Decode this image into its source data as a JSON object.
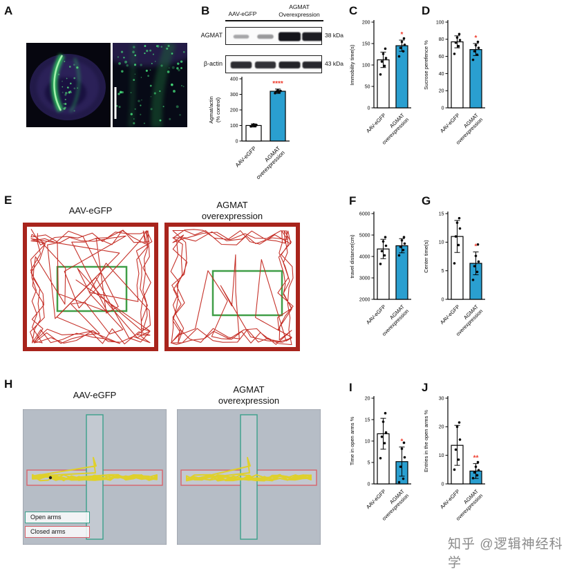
{
  "watermark": "知乎 @逻辑神经科学",
  "colors": {
    "treatment_bar": "#2a9fd0",
    "control_bar": "#ffffff",
    "significance": "#ef3b2c",
    "trace": "#c2251c",
    "arena_border": "#a8241c",
    "center_zone": "#3f9e47",
    "open_arms": "#3aa08a",
    "closed_arms": "#d9636b",
    "maze_trace": "#e0d123"
  },
  "panel_A": {
    "label": "A"
  },
  "panel_B": {
    "label": "B",
    "western_blot": {
      "group_labels": [
        [
          "AAV-eGFP"
        ],
        [
          "AGMAT",
          "Overexpression"
        ]
      ],
      "rows": [
        {
          "protein": "AGMAT",
          "size": "38 kDa",
          "bands": [
            0.22,
            0.3,
            1,
            0.95
          ]
        },
        {
          "protein": "β-actin",
          "size": "43 kDa",
          "bands": [
            0.88,
            0.85,
            0.92,
            0.9
          ]
        }
      ]
    }
  },
  "panel_C": {
    "label": "C"
  },
  "panel_D": {
    "label": "D"
  },
  "panel_E": {
    "label": "E",
    "titles": [
      [
        "AAV-eGFP"
      ],
      [
        "AGMAT",
        "overexpression"
      ]
    ]
  },
  "panel_F": {
    "label": "F"
  },
  "panel_G": {
    "label": "G"
  },
  "panel_H": {
    "label": "H",
    "titles": [
      [
        "AAV-eGFP"
      ],
      [
        "AGMAT",
        "overexpression"
      ]
    ],
    "legend": [
      {
        "label": "Open arms"
      },
      {
        "label": "Closed arms"
      }
    ]
  },
  "panel_I": {
    "label": "I"
  },
  "panel_J": {
    "label": "J"
  },
  "chart_data": [
    {
      "panel": "B",
      "type": "bar",
      "categories": [
        [
          "AAV-eGFP"
        ],
        [
          "AGMAT",
          "overexpression"
        ]
      ],
      "values": [
        100,
        320
      ],
      "errors": [
        10,
        14
      ],
      "points": [
        [
          94,
          98,
          100,
          103,
          107,
          100
        ],
        [
          308,
          314,
          318,
          322,
          327,
          320
        ]
      ],
      "ylabel": [
        "Agmat/actin",
        "(% control)"
      ],
      "ylim": [
        0,
        400
      ],
      "yticks": [
        0,
        100,
        200,
        300,
        400
      ],
      "significance": "****",
      "sig_bar": 1
    },
    {
      "panel": "C",
      "type": "bar",
      "categories": [
        [
          "AAV-eGFP"
        ],
        [
          "AGMAT",
          "overexpression"
        ]
      ],
      "values": [
        112,
        145
      ],
      "errors": [
        18,
        13
      ],
      "points": [
        [
          78,
          98,
          108,
          116,
          126,
          138
        ],
        [
          120,
          132,
          140,
          147,
          154,
          162
        ]
      ],
      "ylabel": [
        "Immobility time(s)"
      ],
      "ylim": [
        0,
        200
      ],
      "yticks": [
        0,
        50,
        100,
        150,
        200
      ],
      "significance": "*",
      "sig_bar": 1
    },
    {
      "panel": "D",
      "type": "bar",
      "categories": [
        [
          "AAV-eGFP"
        ],
        [
          "AGMAT",
          "overexpression"
        ]
      ],
      "values": [
        77,
        68
      ],
      "errors": [
        7,
        7
      ],
      "points": [
        [
          63,
          72,
          76,
          79,
          82,
          86
        ],
        [
          56,
          62,
          66,
          70,
          73,
          77
        ]
      ],
      "ylabel": [
        "Sucrose perefence %"
      ],
      "ylim": [
        0,
        100
      ],
      "yticks": [
        0,
        20,
        40,
        60,
        80,
        100
      ],
      "significance": "*",
      "sig_bar": 1
    },
    {
      "panel": "F",
      "type": "bar",
      "categories": [
        [
          "AAV-eGFP"
        ],
        [
          "AGMAT",
          "overexpression"
        ]
      ],
      "values": [
        4350,
        4500
      ],
      "errors": [
        450,
        330
      ],
      "points": [
        [
          3650,
          4050,
          4250,
          4500,
          4700,
          4900
        ],
        [
          4050,
          4300,
          4450,
          4600,
          4750,
          4900
        ]
      ],
      "ylabel": [
        "travel distance(cm)"
      ],
      "ylim": [
        2000,
        6000
      ],
      "yticks": [
        2000,
        3000,
        4000,
        5000,
        6000
      ],
      "significance": null,
      "sig_bar": 1
    },
    {
      "panel": "G",
      "type": "bar",
      "categories": [
        [
          "AAV-eGFP"
        ],
        [
          "AGMAT",
          "overexpression"
        ]
      ],
      "values": [
        11,
        6.3
      ],
      "errors": [
        2.8,
        2
      ],
      "points": [
        [
          6.3,
          9.5,
          11,
          12.4,
          13.4,
          14.2
        ],
        [
          3.4,
          4.8,
          5.8,
          6.6,
          7.6,
          9.6
        ]
      ],
      "ylabel": [
        "Center time(s)"
      ],
      "ylim": [
        0,
        15
      ],
      "yticks": [
        0,
        5,
        10,
        15
      ],
      "significance": "*",
      "sig_bar": 1
    },
    {
      "panel": "I",
      "type": "bar",
      "categories": [
        [
          "AAV-eGFP"
        ],
        [
          "AGMAT",
          "overexpression"
        ]
      ],
      "values": [
        11.7,
        5.2
      ],
      "errors": [
        3.6,
        3.4
      ],
      "points": [
        [
          6,
          9.5,
          11,
          12,
          14.5,
          16.5
        ],
        [
          0.4,
          1.2,
          4,
          6.2,
          8.2,
          9.6
        ]
      ],
      "ylabel": [
        "Time in open arms %"
      ],
      "ylim": [
        0,
        20
      ],
      "yticks": [
        0,
        5,
        10,
        15,
        20
      ],
      "significance": "*",
      "sig_bar": 1
    },
    {
      "panel": "J",
      "type": "bar",
      "categories": [
        [
          "AAV-eGFP"
        ],
        [
          "AGMAT",
          "overexpression"
        ]
      ],
      "values": [
        13.5,
        4.5
      ],
      "errors": [
        7,
        2.6
      ],
      "points": [
        [
          5,
          8.5,
          12,
          15.5,
          20,
          21.5
        ],
        [
          2,
          3,
          4,
          4.8,
          6,
          7.6
        ]
      ],
      "ylabel": [
        "Entries in the open arms %"
      ],
      "ylim": [
        0,
        30
      ],
      "yticks": [
        0,
        10,
        20,
        30
      ],
      "significance": "**",
      "sig_bar": 1
    }
  ]
}
